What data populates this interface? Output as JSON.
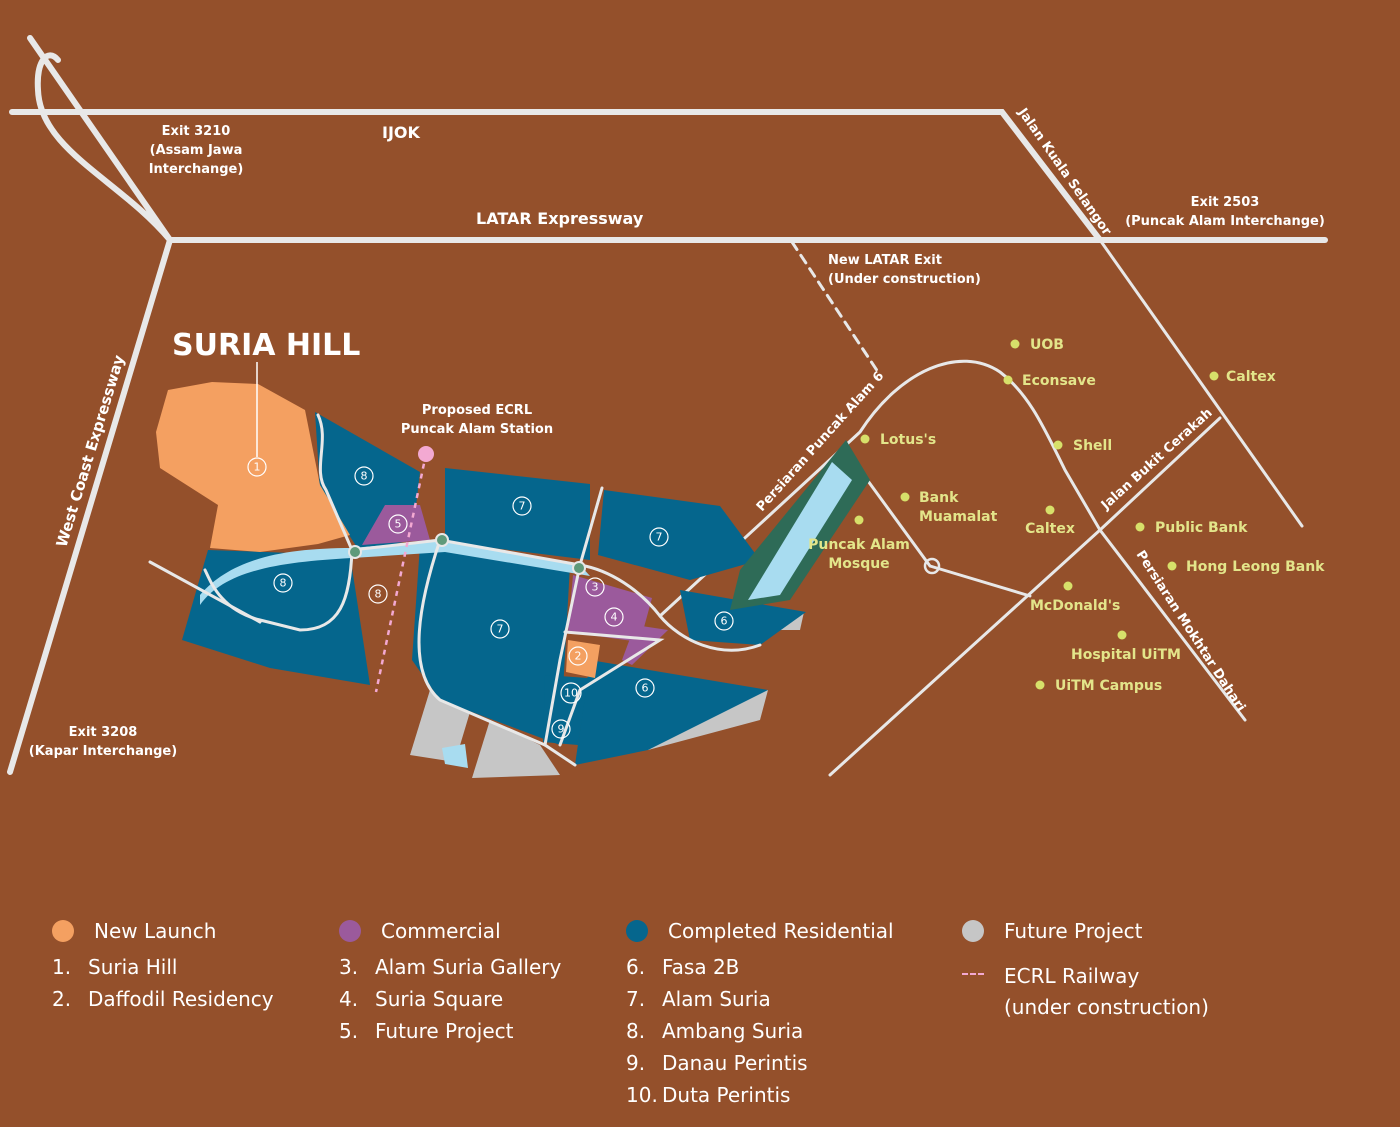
{
  "map": {
    "title": "SURIA HILL",
    "roads": {
      "latar": "LATAR Expressway",
      "west_coast": "West Coast Expressway",
      "kuala_selangor": "Jalan Kuala Selangor",
      "puncak_alam_6": "Persiaran Puncak Alam 6",
      "bukit_cerakah": "Jalan Bukit Cerakah",
      "mokhtar_dahari": "Persiaran Mokhtar Dahari"
    },
    "places": {
      "ijok": "IJOK",
      "exit_3210_line1": "Exit 3210",
      "exit_3210_line2": "(Assam Jawa",
      "exit_3210_line3": "Interchange)",
      "exit_2503_line1": "Exit 2503",
      "exit_2503_line2": "(Puncak Alam Interchange)",
      "exit_3208_line1": "Exit 3208",
      "exit_3208_line2": "(Kapar Interchange)",
      "new_exit_line1": "New LATAR Exit",
      "new_exit_line2": "(Under construction)",
      "ecrl_line1": "Proposed ECRL",
      "ecrl_line2": "Puncak Alam Station"
    },
    "pois": {
      "uob": "UOB",
      "econsave": "Econsave",
      "caltex_1": "Caltex",
      "lotus": "Lotus's",
      "shell": "Shell",
      "bank_muamalat_line1": "Bank",
      "bank_muamalat_line2": "Muamalat",
      "mosque_line1": "Puncak Alam",
      "mosque_line2": "Mosque",
      "caltex_2": "Caltex",
      "public_bank": "Public Bank",
      "hong_leong": "Hong Leong Bank",
      "mcdonalds": "McDonald's",
      "hospital": "Hospital UiTM",
      "uitm": "UiTM Campus"
    },
    "markers": {
      "m1": "1",
      "m2": "2",
      "m3": "3",
      "m4": "4",
      "m5": "5",
      "m6a": "6",
      "m6b": "6",
      "m7a": "7",
      "m7b": "7",
      "m7c": "7",
      "m8a": "8",
      "m8b": "8",
      "m8c": "8",
      "m9": "9",
      "m10": "10"
    },
    "colors": {
      "background": "#94502b",
      "new_launch": "#f4a061",
      "commercial": "#9b5a9c",
      "completed_residential": "#05668d",
      "future_project": "#c6c6c6",
      "water": "#a8dcf0",
      "poi": "#d7e06a",
      "ecrl": "#f3a9d2",
      "road": "#e8e8e8"
    }
  },
  "legend": {
    "new_launch": {
      "label": "New Launch",
      "items": [
        {
          "num": "1.",
          "label": "Suria Hill"
        },
        {
          "num": "2.",
          "label": "Daffodil Residency"
        }
      ]
    },
    "commercial": {
      "label": "Commercial",
      "items": [
        {
          "num": "3.",
          "label": "Alam Suria Gallery"
        },
        {
          "num": "4.",
          "label": "Suria Square"
        },
        {
          "num": "5.",
          "label": "Future Project"
        }
      ]
    },
    "residential": {
      "label": "Completed Residential",
      "items": [
        {
          "num": "6.",
          "label": "Fasa 2B"
        },
        {
          "num": "7.",
          "label": "Alam Suria"
        },
        {
          "num": "8.",
          "label": "Ambang Suria"
        },
        {
          "num": "9.",
          "label": "Danau Perintis"
        },
        {
          "num": "10.",
          "label": "Duta Perintis"
        }
      ]
    },
    "future": {
      "label": "Future Project"
    },
    "railway": {
      "line1": "ECRL Railway",
      "line2": "(under construction)"
    }
  }
}
